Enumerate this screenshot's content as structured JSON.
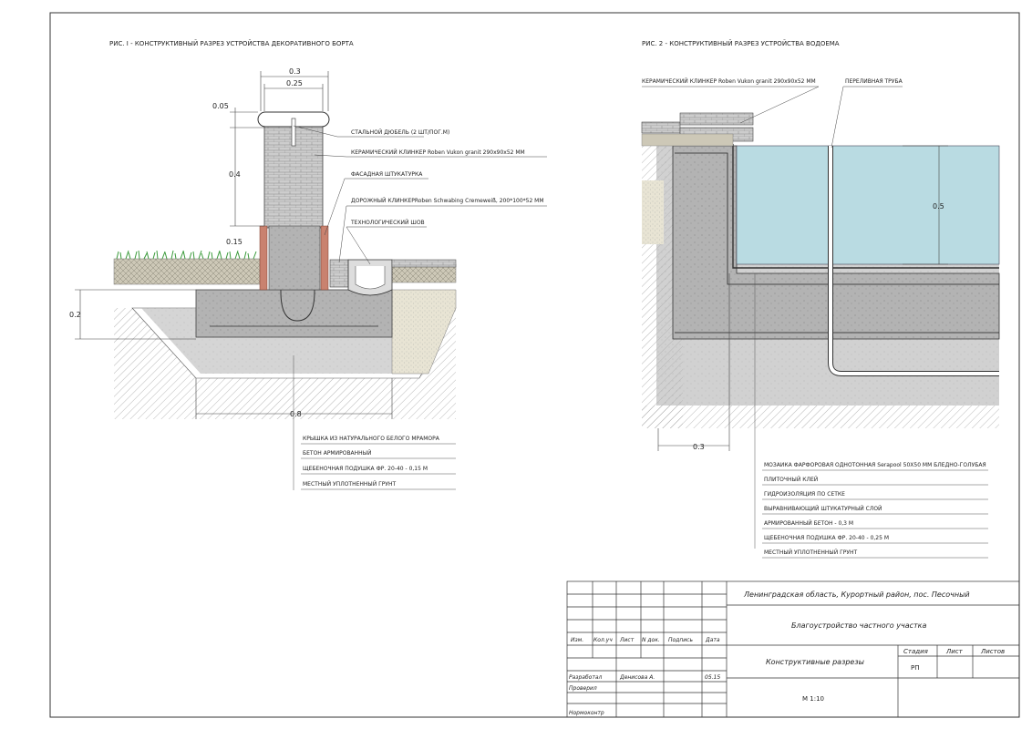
{
  "fig1": {
    "title": "РИС. I - КОНСТРУКТИВНЫЙ РАЗРЕЗ УСТРОЙСТВА ДЕКОРАТИВНОГО БОРТА",
    "dims": {
      "d03": "0.3",
      "d025": "0.25",
      "d005": "0.05",
      "d04": "0.4",
      "d015": "0.15",
      "d02": "0.2",
      "d08": "0.8"
    },
    "callouts": [
      "СТАЛЬНОЙ ДЮБЕЛЬ (2 ШТ/ПОГ.М)",
      "КЕРАМИЧЕСКИЙ КЛИНКЕР Roben Vukon granit 290x90x52 ММ",
      "ФАСАДНАЯ ШТУКАТУРКА",
      "ДОРОЖНЫЙ КЛИНКЕРRoben Schwabing Cremeweiß, 200*100*52 ММ",
      "ТЕХНОЛОГИЧЕСКИЙ ШОВ"
    ],
    "legend": [
      "КРЫШКА ИЗ НАТУРАЛЬНОГО БЕЛОГО МРАМОРА",
      "БЕТОН АРМИРОВАННЫЙ",
      "ЩЕБЕНОЧНАЯ ПОДУШКА ФР. 20-40 - 0,15 М",
      "МЕСТНЫЙ УПЛОТНЕННЫЙ ГРУНТ"
    ]
  },
  "fig2": {
    "title": "РИС. 2 - КОНСТРУКТИВНЫЙ РАЗРЕЗ УСТРОЙСТВА ВОДОЕМА",
    "callouts": [
      "КЕРАМИЧЕСКИЙ КЛИНКЕР Roben Vukon granit 290x90x52 ММ",
      "ПЕРЕЛИВНАЯ ТРУБА"
    ],
    "dims": {
      "d05": "0.5",
      "d03": "0.3"
    },
    "legend": [
      "МОЗАИКА ФАРФОРОВАЯ ОДНОТОННАЯ Serapool 50X50 ММ БЛЕДНО-ГОЛУБАЯ",
      "ПЛИТОЧНЫЙ КЛЕЙ",
      "ГИДРОИЗОЛЯЦИЯ ПО СЕТКЕ",
      "ВЫРАВНИВАЮЩИЙ ШТУКАТУРНЫЙ СЛОЙ",
      "АРМИРОВАННЫЙ БЕТОН - 0,3 М",
      "ЩЕБЕНОЧНАЯ ПОДУШКА ФР. 20-40 - 0,25 М",
      "МЕСТНЫЙ УПЛОТНЕННЫЙ ГРУНТ"
    ]
  },
  "stamp": {
    "location": "Ленинградская область, Курортный район, пос. Песочный",
    "project": "Благоустройство частного участка",
    "sheet_title": "Конструктивные разрезы",
    "scale": "М 1:10",
    "headers": [
      "Изм.",
      "Кол.уч",
      "Лист",
      "N док.",
      "Подпись",
      "Дата"
    ],
    "stage_headers": [
      "Стадия",
      "Лист",
      "Листов"
    ],
    "stage": "РП",
    "roles": [
      "Разработал",
      "Проверил",
      "Нормоконтр"
    ],
    "author": "Денисова А.",
    "date": "05.15"
  },
  "colors": {
    "water": "#b9dbe2",
    "brick": "#c9826f",
    "concrete": "#a7a7a7",
    "grass": "#3a9a3a"
  }
}
